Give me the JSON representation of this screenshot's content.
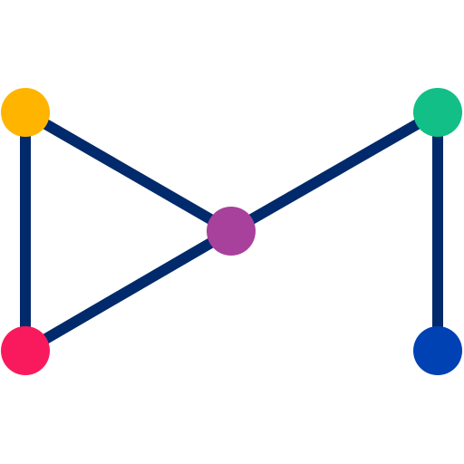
{
  "diagram": {
    "type": "graph",
    "edge_color": "#002a6b",
    "nodes": [
      {
        "id": "n1",
        "color": "#ffb400"
      },
      {
        "id": "n2",
        "color": "#f81a5c"
      },
      {
        "id": "n3",
        "color": "#a8419c"
      },
      {
        "id": "n4",
        "color": "#12bf86"
      },
      {
        "id": "n5",
        "color": "#0041b4"
      }
    ],
    "edges": [
      {
        "from": "n1",
        "to": "n2"
      },
      {
        "from": "n1",
        "to": "n3"
      },
      {
        "from": "n2",
        "to": "n3"
      },
      {
        "from": "n3",
        "to": "n4"
      },
      {
        "from": "n4",
        "to": "n5"
      }
    ]
  }
}
